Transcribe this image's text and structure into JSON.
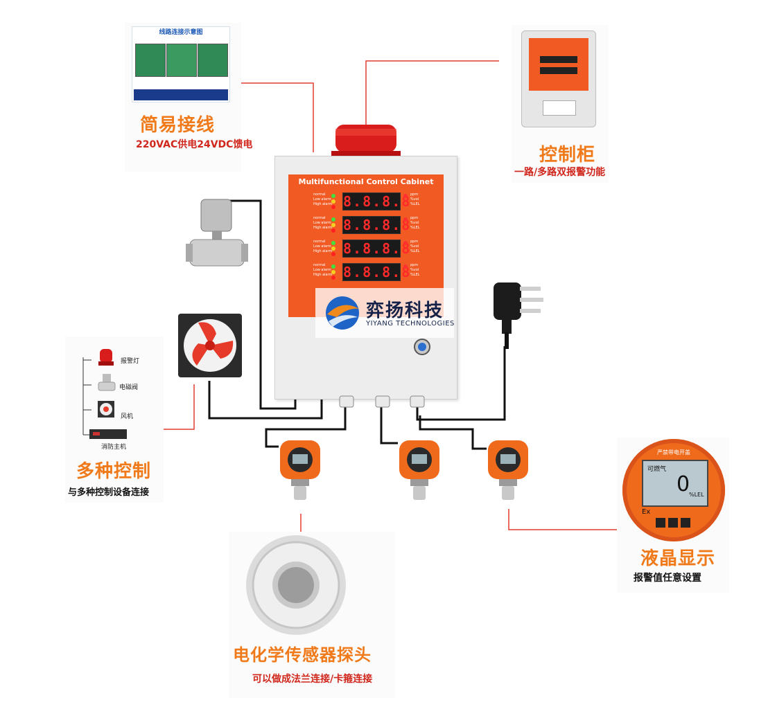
{
  "wiring": {
    "diagram_title": "线路连接示意图",
    "title": "简易接线",
    "subtitle": "220VAC供电24VDC馈电"
  },
  "control_cabinet": {
    "title": "控制柜",
    "subtitle": "一路/多路双报警功能"
  },
  "cabinet": {
    "panel_title": "Multifunctional Control Cabinet",
    "displays": [
      "8.8.8.8",
      "8.8.8.8",
      "8.8.8.8",
      "8.8.8.8"
    ],
    "left_labels": [
      "normal",
      "Low alarm",
      "High alarm"
    ],
    "right_labels": [
      "ppm",
      "%vol",
      "%LEL"
    ]
  },
  "brand": {
    "name_cn": "弈扬科技",
    "name_en": "YIYANG TECHNOLOGIES"
  },
  "multi_control": {
    "title": "多种控制",
    "subtitle": "与多种控制设备连接",
    "devices": [
      "报警灯",
      "电磁阀",
      "风机",
      "消防主机"
    ]
  },
  "sensor": {
    "title": "电化学传感器探头",
    "subtitle": "可以做成法兰连接/卡箍连接"
  },
  "lcd": {
    "title": "液晶显示",
    "subtitle": "报警值任意设置",
    "top_label": "严禁带电开盖",
    "gas": "可燃气",
    "value": "0",
    "unit": "%LEL",
    "ex_mark": "Ex"
  },
  "colors": {
    "accent_orange": "#f07a1a",
    "subtitle_red": "#d0261c",
    "panel_orange": "#f15a22",
    "brand_navy": "#14224a"
  }
}
